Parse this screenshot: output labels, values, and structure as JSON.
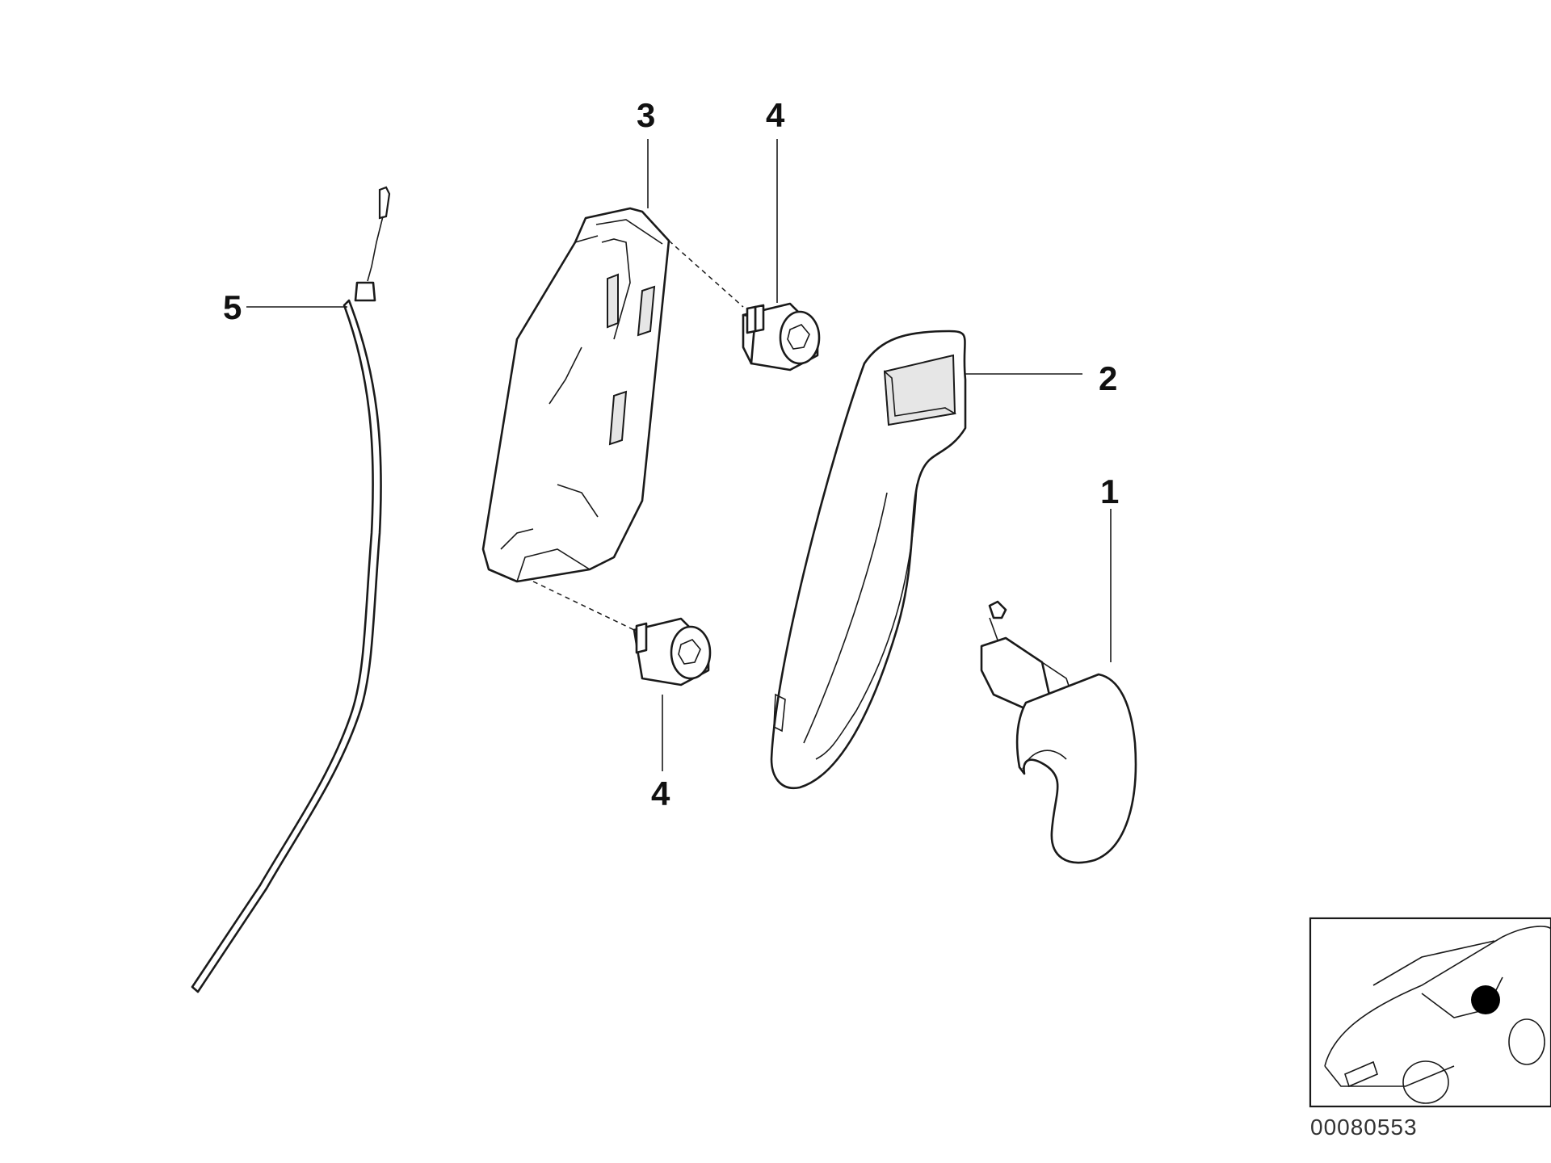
{
  "callouts": {
    "c1": "1",
    "c2": "2",
    "c3": "3",
    "c4_top": "4",
    "c4_bottom": "4",
    "c5": "5"
  },
  "diagram_id": "00080553",
  "parts": [
    {
      "ref": "1",
      "icon": "handle-cover-icon"
    },
    {
      "ref": "2",
      "icon": "handle-grip-icon"
    },
    {
      "ref": "3",
      "icon": "handle-bracket-icon"
    },
    {
      "ref": "4",
      "icon": "socket-head-screw-icon"
    },
    {
      "ref": "5",
      "icon": "bowden-cable-icon"
    }
  ],
  "locator": {
    "icon": "car-locator-icon",
    "marker_color": "#000000"
  }
}
